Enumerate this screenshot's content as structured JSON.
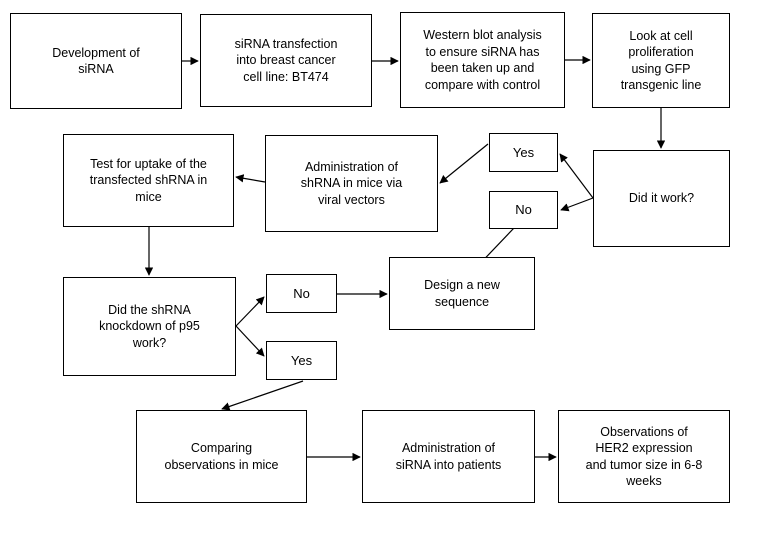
{
  "diagram": {
    "title": "siRNA / shRNA experimental workflow flowchart",
    "background_color": "#ffffff",
    "stroke_color": "#000000",
    "nodes": [
      {
        "id": "development",
        "label": "Development of\nsiRNA"
      },
      {
        "id": "transfection",
        "label": "siRNA transfection\ninto breast cancer\ncell line: BT474"
      },
      {
        "id": "western",
        "label": "Western blot analysis\nto ensure siRNA has\nbeen taken up and\ncompare with control"
      },
      {
        "id": "proliferation",
        "label": "Look at cell\nproliferation\nusing GFP\ntransgenic line"
      },
      {
        "id": "didwork",
        "label": "Did it work?"
      },
      {
        "id": "yes1",
        "label": "Yes"
      },
      {
        "id": "no1",
        "label": "No"
      },
      {
        "id": "administration",
        "label": "Administration of\nshRNA in mice via\nviral vectors"
      },
      {
        "id": "testuptake",
        "label": "Test for uptake of the\ntransfected shRNA in\nmice"
      },
      {
        "id": "knockdown",
        "label": "Did the shRNA\nknockdown of p95\nwork?"
      },
      {
        "id": "no2",
        "label": "No"
      },
      {
        "id": "yes2",
        "label": "Yes"
      },
      {
        "id": "design",
        "label": "Design a new\nsequence"
      },
      {
        "id": "comparing",
        "label": "Comparing\nobservations in mice"
      },
      {
        "id": "patients",
        "label": "Administration of\nsiRNA into patients"
      },
      {
        "id": "observations",
        "label": "Observations of\nHER2 expression\nand tumor size in 6-8\nweeks"
      }
    ],
    "edges": [
      {
        "from": "development",
        "to": "transfection"
      },
      {
        "from": "transfection",
        "to": "western"
      },
      {
        "from": "western",
        "to": "proliferation"
      },
      {
        "from": "proliferation",
        "to": "didwork"
      },
      {
        "from": "didwork",
        "to": "yes1"
      },
      {
        "from": "didwork",
        "to": "no1"
      },
      {
        "from": "yes1",
        "to": "administration"
      },
      {
        "from": "no1",
        "to": "design"
      },
      {
        "from": "administration",
        "to": "testuptake"
      },
      {
        "from": "testuptake",
        "to": "knockdown"
      },
      {
        "from": "knockdown",
        "to": "no2"
      },
      {
        "from": "knockdown",
        "to": "yes2"
      },
      {
        "from": "no2",
        "to": "design"
      },
      {
        "from": "yes2",
        "to": "comparing"
      },
      {
        "from": "comparing",
        "to": "patients"
      },
      {
        "from": "patients",
        "to": "observations"
      }
    ]
  }
}
